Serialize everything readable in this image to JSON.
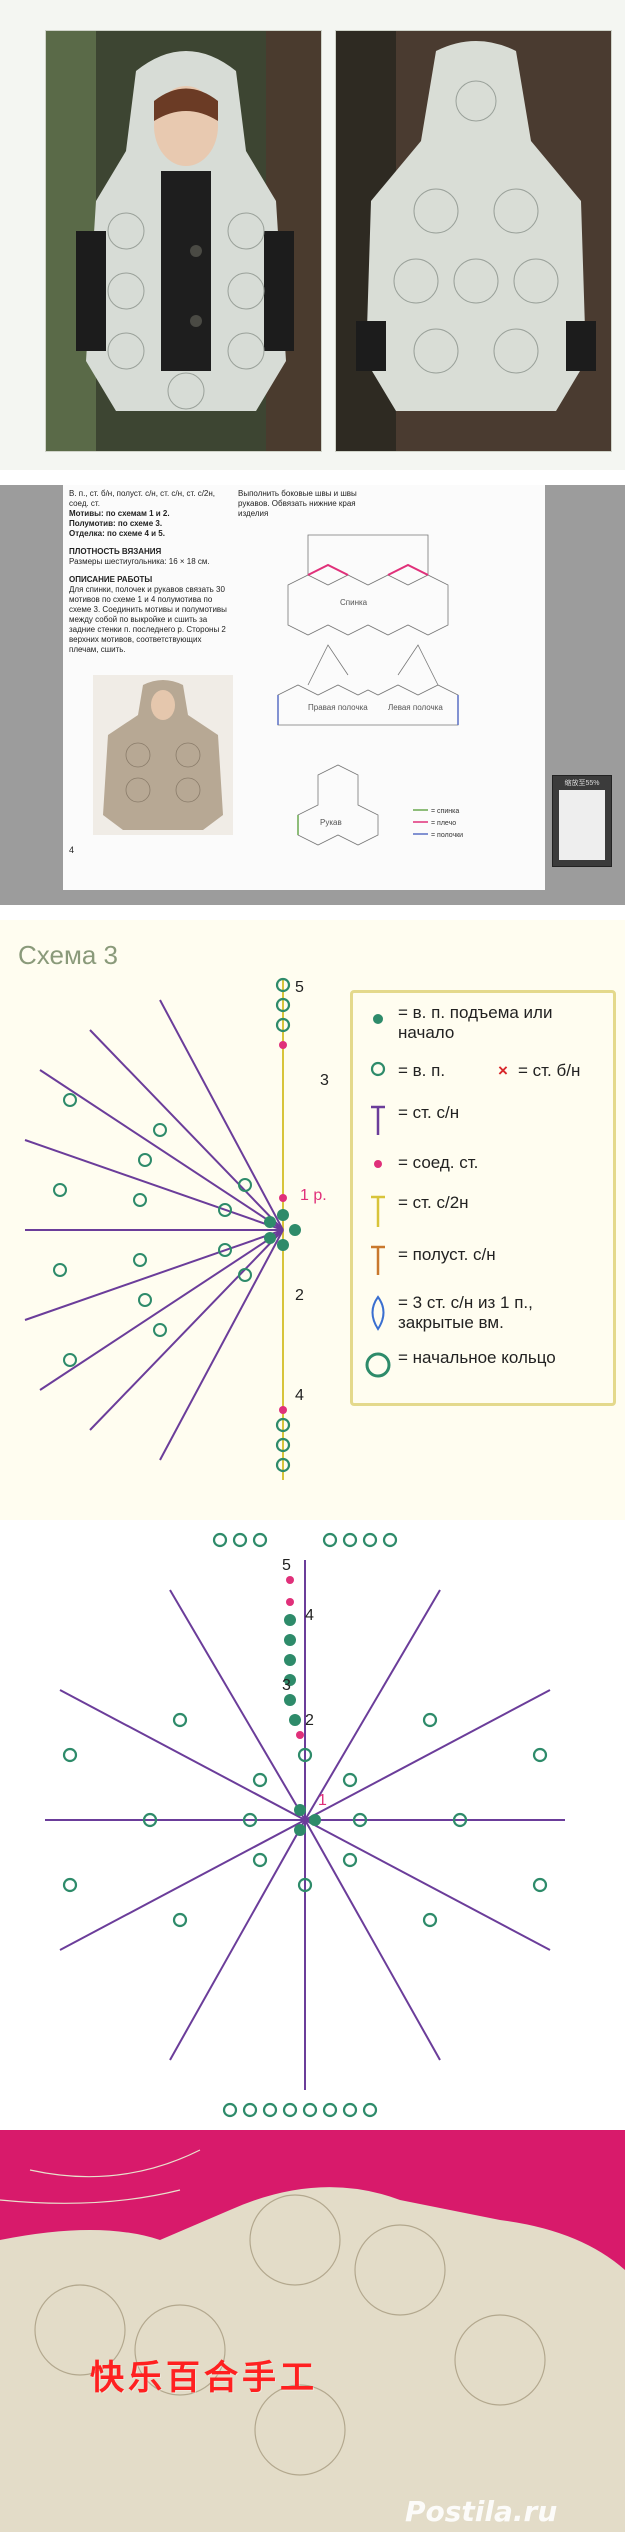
{
  "page_text": {
    "top_lines": [
      "В. п., ст. б/н, полуст. с/н, ст. с/н, ст. с/2н, соед. ст.",
      "Мотивы: по схемам 1 и 2.",
      "Полумотив: по схеме 3.",
      "Отделка: по схеме 4 и 5."
    ],
    "density_title": "ПЛОТНОСТЬ ВЯЗАНИЯ",
    "density_text": "Размеры шестиугольника: 16 × 18 см.",
    "work_title": "ОПИСАНИЕ РАБОТЫ",
    "work_text": "Для спинки, полочек и рукавов связать 30 мотивов по схеме 1 и 4 полумотива по схеме 3. Соединить мотивы и полумотивы между собой по выкройке и сшить за задние стенки п. последнего р. Стороны 2 верхних мотивов, соответствующих плечам, сшить.",
    "right_col_text": "Выполнить боковые швы и швы рукавов. Обвязать нижние края изделия",
    "page_number": "4",
    "diagram_labels": {
      "back": "Спинка",
      "right_front": "Правая полочка",
      "left_front": "Левая полочка",
      "sleeve": "Рукав"
    },
    "diagram_legend": [
      "= спинка",
      "= плечо",
      "= полочки"
    ]
  },
  "side_widget": {
    "label": "缩放至55%"
  },
  "scheme3": {
    "title": "Схема 3",
    "row_labels": [
      "5",
      "3",
      "1 р.",
      "2",
      "4"
    ],
    "legend": [
      {
        "symbol": "dot-green",
        "text": "= в. п. подъема или начало"
      },
      {
        "symbol": "circle-green",
        "text": "= в. п."
      },
      {
        "symbol": "cross-red",
        "text": "= ст. б/н"
      },
      {
        "symbol": "t-purple",
        "text": "= ст. с/н"
      },
      {
        "symbol": "dot-pink",
        "text": "= соед. ст."
      },
      {
        "symbol": "t-yellow",
        "text": "= ст. с/2н"
      },
      {
        "symbol": "t-orange",
        "text": "= полуст. с/н"
      },
      {
        "symbol": "cluster-blue",
        "text": "= 3 ст. с/н из 1 п., закрытые вм."
      },
      {
        "symbol": "ring-green",
        "text": "= начальное кольцо"
      }
    ]
  },
  "hex_scheme": {
    "row_labels": [
      "5",
      "4",
      "3",
      "2",
      "1"
    ]
  },
  "pink_photo": {
    "caption": "快乐百合手工",
    "watermark": "Postila.ru"
  },
  "colors": {
    "purple": "#6b3d9a",
    "green": "#2e8b6a",
    "pink": "#e0307a",
    "yellow": "#d8c43a",
    "legend_border": "#e4d98c",
    "magenta_bg": "#d81a6b"
  }
}
